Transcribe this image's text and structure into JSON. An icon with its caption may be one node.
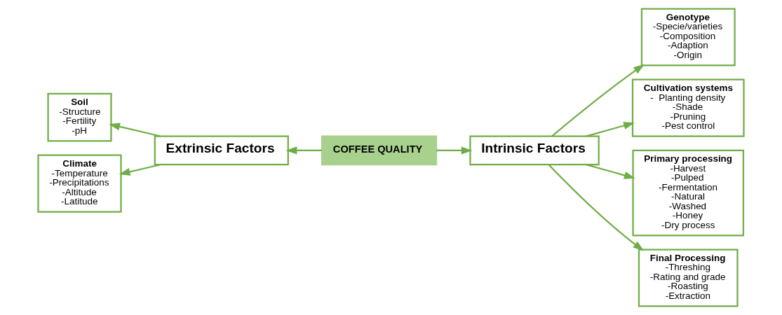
{
  "diagram": {
    "nodes": [
      {
        "text": [
          "COFFEE QUALITY"
        ]
      },
      {
        "text": [
          "Extrinsic Factors"
        ]
      },
      {
        "text": [
          "Intrinsic Factors"
        ]
      },
      {
        "text": [
          "Soil",
          "-Structure",
          "-Fertility",
          "-pH"
        ]
      },
      {
        "text": [
          "Climate",
          "-Temperature",
          "-Precipitations",
          "-Altitude",
          "-Latitude"
        ]
      },
      {
        "text": [
          "Genotype",
          "-Specie/varieties",
          "-Composition",
          "-Adaption",
          "-Origin"
        ]
      },
      {
        "text": [
          "Cultivation systems",
          "-  Planting density",
          "-Shade",
          "-Pruning",
          "-Pest control"
        ]
      },
      {
        "text": [
          "Primary processing",
          "-Harvest",
          "-Pulped",
          "-Fermentation",
          "-Natural",
          "-Washed",
          "-Honey",
          "-Dry process"
        ]
      },
      {
        "text": [
          "Final Processing",
          "-Threshing",
          "-Rating and grade",
          "-Roasting",
          "-Extraction"
        ]
      }
    ],
    "edges": [
      {
        "from": 0,
        "to": 1,
        "arrow": "to"
      },
      {
        "from": 0,
        "to": 2,
        "arrow": "to"
      },
      {
        "from": 1,
        "to": 3,
        "arrow": "to"
      },
      {
        "from": 1,
        "to": 4,
        "arrow": "to"
      },
      {
        "from": 2,
        "to": 5,
        "arrow": "to"
      },
      {
        "from": 2,
        "to": 6,
        "arrow": "to"
      },
      {
        "from": 2,
        "to": 7,
        "arrow": "to"
      },
      {
        "from": 2,
        "to": 8,
        "arrow": "to"
      }
    ]
  }
}
